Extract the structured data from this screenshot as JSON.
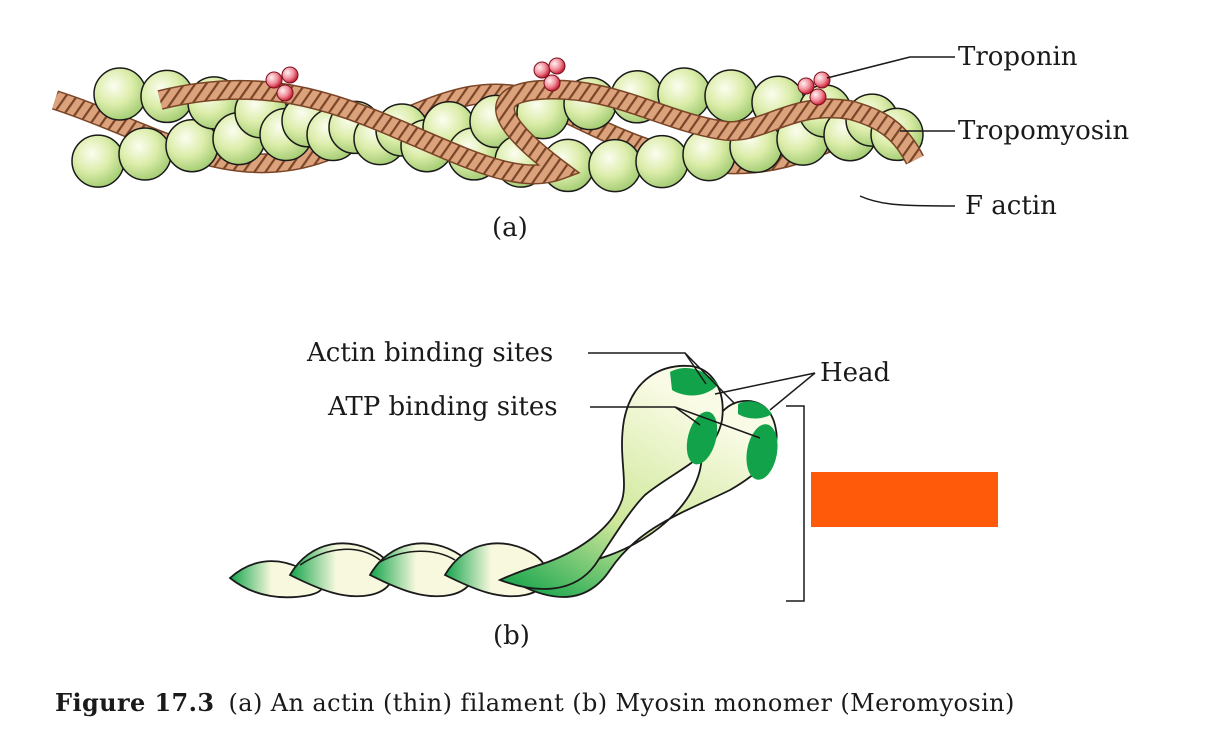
{
  "labels": {
    "troponin": "Troponin",
    "tropomyosin": "Tropomyosin",
    "f_actin": "F actin",
    "panel_a": "(a)",
    "actin_binding_sites": "Actin binding sites",
    "atp_binding_sites": "ATP binding sites",
    "head": "Head",
    "panel_b": "(b)"
  },
  "caption": {
    "figure_label": "Figure 17.3",
    "text": "(a) An actin (thin) filament (b) Myosin monomer (Meromyosin)"
  },
  "colors": {
    "actin_light": "#f3f9d8",
    "actin_mid": "#d6ea9e",
    "actin_dark": "#9ec96b",
    "tropomyosin": "#d9a07a",
    "tropomyosin_stripe": "#7a4527",
    "troponin": "#e0485a",
    "myosin_light": "#f7f8dd",
    "myosin_dark": "#12a34a",
    "redaction_box": "#ff5a0a",
    "line": "#1a1a1a"
  }
}
